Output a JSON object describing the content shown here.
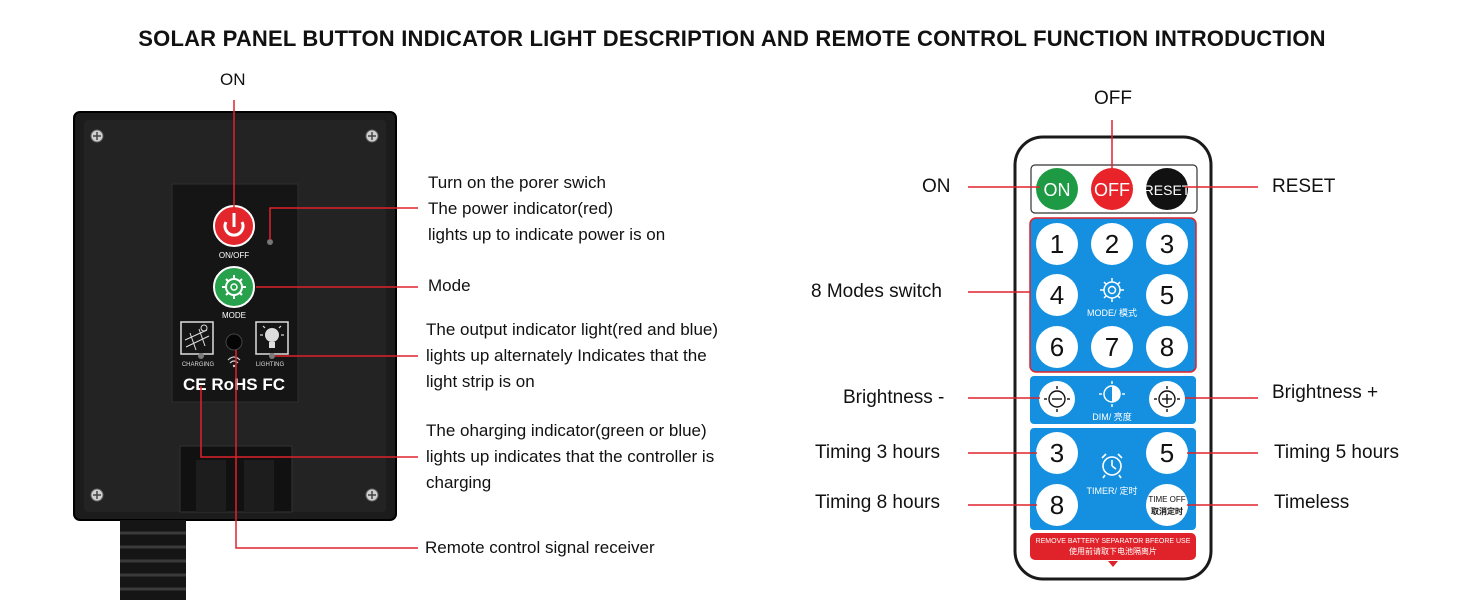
{
  "title": "SOLAR PANEL BUTTON INDICATOR LIGHT DESCRIPTION AND REMOTE CONTROL FUNCTION INTRODUCTION",
  "controller": {
    "on_label": "ON",
    "power_desc": [
      "Turn on the porer swich",
      "The power indicator(red)",
      "lights up to indicate power is on"
    ],
    "mode_label": "Mode",
    "output_desc": [
      "The output indicator light(red and blue)",
      "lights up alternately Indicates that the",
      "light strip is on"
    ],
    "charging_desc": [
      "The oharging indicator(green or blue)",
      "lights up indicates that the controller is",
      "charging"
    ],
    "receiver_label": "Remote control signal receiver",
    "device": {
      "onoff_caption": "ON/OFF",
      "mode_caption": "MODE",
      "charging_caption": "CHARGING",
      "lighting_caption": "LIGHTING",
      "certifications": "CE RoHS FC"
    }
  },
  "remote": {
    "off_label": "OFF",
    "on_label": "ON",
    "reset_label": "RESET",
    "modes_label": "8 Modes switch",
    "brightness_minus_label": "Brightness -",
    "brightness_plus_label": "Brightness +",
    "timing3_label": "Timing 3 hours",
    "timing5_label": "Timing 5 hours",
    "timing8_label": "Timing 8 hours",
    "timeless_label": "Timeless",
    "buttons": {
      "on": "ON",
      "off": "OFF",
      "reset": "RESET",
      "modes": [
        "1",
        "2",
        "3",
        "4",
        "5",
        "6",
        "7",
        "8"
      ],
      "mode_caption": "MODE/ 模式",
      "dim_caption": "DIM/ 亮度",
      "timer_3": "3",
      "timer_5": "5",
      "timer_8": "8",
      "timer_caption": "TIMER/ 定时",
      "time_off_line1": "TIME OFF",
      "time_off_line2": "取消定时",
      "battery_line1": "REMOVE BATTERY SEPARATOR BFEORE USE",
      "battery_line2": "使用前请取下电池隔离片"
    },
    "colors": {
      "on": "#1e9a45",
      "off": "#e8232a",
      "reset": "#111111",
      "panel": "#1590e0",
      "border": "#e0232a"
    }
  }
}
